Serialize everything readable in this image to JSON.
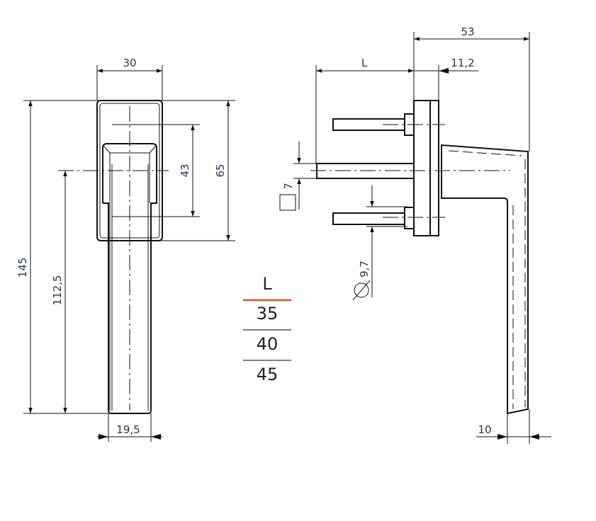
{
  "dimensions": {
    "width_rosette": "30",
    "height_rosette": "65",
    "screw_spacing": "43",
    "total_height": "145",
    "handle_to_center": "112,5",
    "handle_width": "19,5",
    "depth_total": "53",
    "spindle_length": "L",
    "rosette_depth": "11,2",
    "square_spindle": "7",
    "screw_diameter": "9,7",
    "grip_thickness": "10"
  },
  "table": {
    "header": "L",
    "rows": [
      "35",
      "40",
      "45"
    ],
    "accent_color": "#e8501a"
  }
}
